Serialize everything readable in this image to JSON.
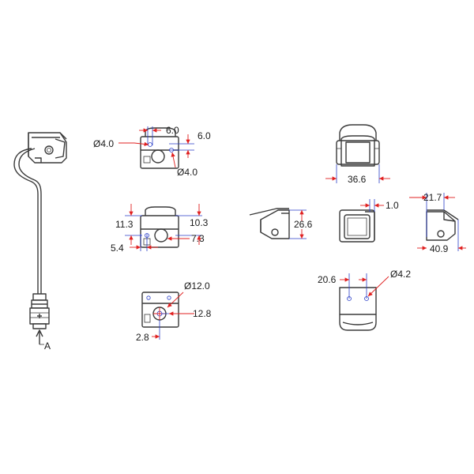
{
  "labels": {
    "connector": "A",
    "top_hole_dia": "Ø4.0",
    "top_width": "6.0",
    "top_right_width": "6.0",
    "top_lower_hole_dia": "Ø4.0",
    "mid_left_height": "11.3",
    "mid_right_height": "10.3",
    "mid_left_offset": "5.4",
    "mid_right_offset": "7.3",
    "bottom_big_hole_dia": "Ø12.0",
    "bottom_height": "12.8",
    "bottom_offset": "2.8",
    "front_width": "36.6",
    "side_height": "26.6",
    "rear_gap": "1.0",
    "side_right_top": "21.7",
    "side_right_width": "40.9",
    "plate_spacing": "20.6",
    "plate_hole_dia": "Ø4.2"
  },
  "colors": {
    "outline": "#3a3a3a",
    "dimension": "#2b3fc8",
    "arrow": "#e02020"
  }
}
